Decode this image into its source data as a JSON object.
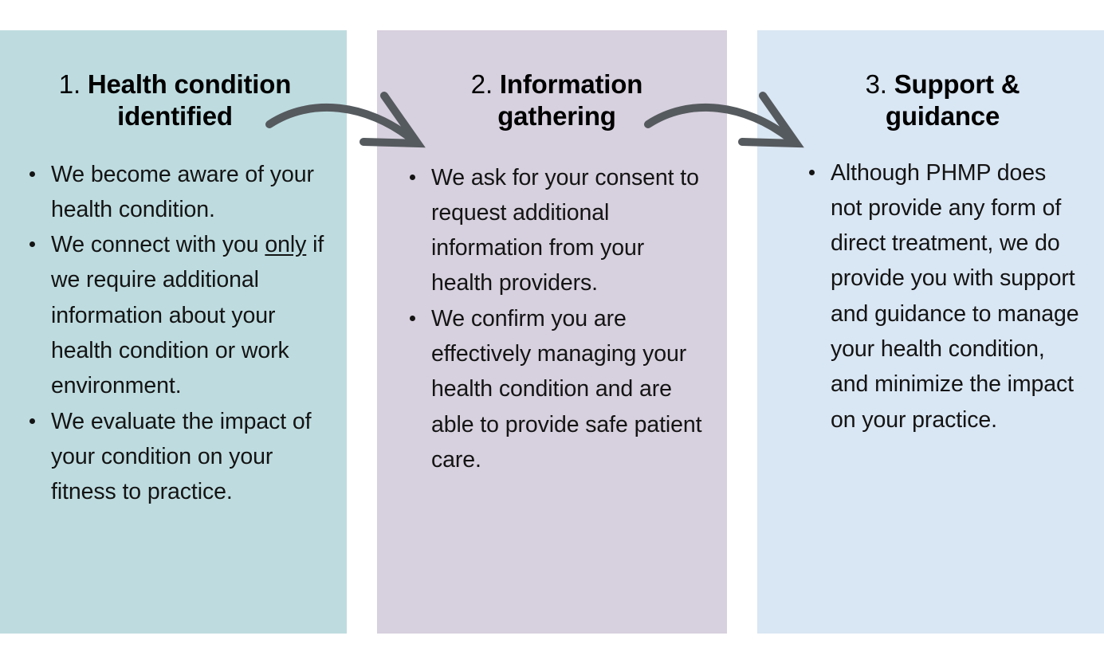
{
  "diagram": {
    "title": "PHMP health condition process",
    "type": "three-step-flow",
    "background_color": "#ffffff",
    "arrow_color": "#555a5e",
    "text_color": "#141414"
  },
  "panels": [
    {
      "id": "panel-1",
      "background_color": "#bedce0",
      "step_number": "1.",
      "step_title": "Health condition identified",
      "bullets": [
        {
          "segments": [
            {
              "text": "We become aware of your health condition.",
              "underline": false
            }
          ]
        },
        {
          "segments": [
            {
              "text": "We connect with you ",
              "underline": false
            },
            {
              "text": "only",
              "underline": true
            },
            {
              "text": " if we require additional information about your health condition or work environment.",
              "underline": false
            }
          ]
        },
        {
          "segments": [
            {
              "text": "We evaluate the impact of your condition on your fitness to practice.",
              "underline": false
            }
          ]
        }
      ]
    },
    {
      "id": "panel-2",
      "background_color": "#d7d0de",
      "step_number": "2.",
      "step_title": "Information gathering",
      "bullets": [
        {
          "segments": [
            {
              "text": "We ask for your consent to request additional information from your health providers.",
              "underline": false
            }
          ]
        },
        {
          "segments": [
            {
              "text": "We confirm you are effectively managing your health condition and are able to provide safe patient care.",
              "underline": false
            }
          ]
        }
      ]
    },
    {
      "id": "panel-3",
      "background_color": "#d9e6f3",
      "step_number": "3.",
      "step_title": "Support & guidance",
      "bullets": [
        {
          "segments": [
            {
              "text": "Although PHMP does not provide any form of direct treatment, we do provide you with support and guidance to manage your health condition, and minimize the impact on your practice.",
              "underline": false
            }
          ]
        }
      ]
    }
  ],
  "arrows": [
    {
      "id": "arrow-1",
      "from": "panel-1",
      "to": "panel-2",
      "shape": "curved-right-arrow"
    },
    {
      "id": "arrow-2",
      "from": "panel-2",
      "to": "panel-3",
      "shape": "curved-right-arrow"
    }
  ]
}
